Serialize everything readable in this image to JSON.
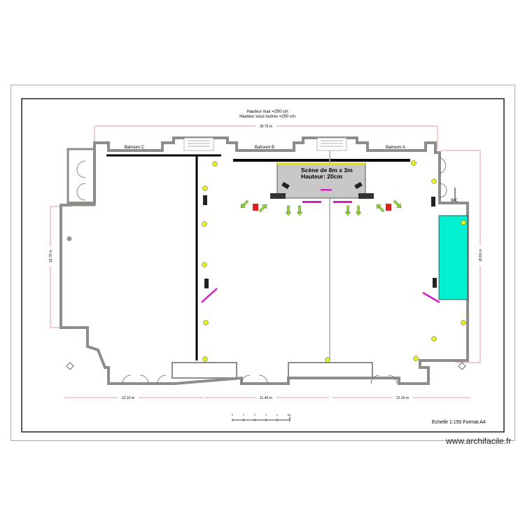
{
  "header": {
    "height_max": "Hauteur max =290 cm",
    "height_chandeliers": "Hauteur sous lustres =250 cm"
  },
  "dimensions": {
    "total_width": "36.70 m",
    "left_height": "16.75 m",
    "right_height": "18.60 m",
    "bottom": [
      "12.10 m",
      "11.45 m",
      "12.10 m"
    ]
  },
  "rooms": {
    "balroom_c": "Balroom C",
    "balroom_b": "Balroom B",
    "balroom_a": "Balroom A",
    "wc": "WC"
  },
  "stage": {
    "line1": "Scène de 8m x 3m",
    "line2": "Hauteur: 20cm"
  },
  "scale_bar": {
    "ticks": [
      "0",
      "1",
      "2",
      "3",
      "4",
      "5m"
    ]
  },
  "footer": {
    "scale_label": "Echelle 1:150 Format A4",
    "watermark": "www.archifacile.fr"
  },
  "colors": {
    "stage": "#c8c8c8",
    "stage_edge": "#e6e600",
    "pool": "#00f0d0",
    "lights": "#e6f020",
    "arrows": "#88e020",
    "fixtures": "#e02020",
    "magenta": "#d020c0",
    "dimension": "#e89aa0"
  }
}
